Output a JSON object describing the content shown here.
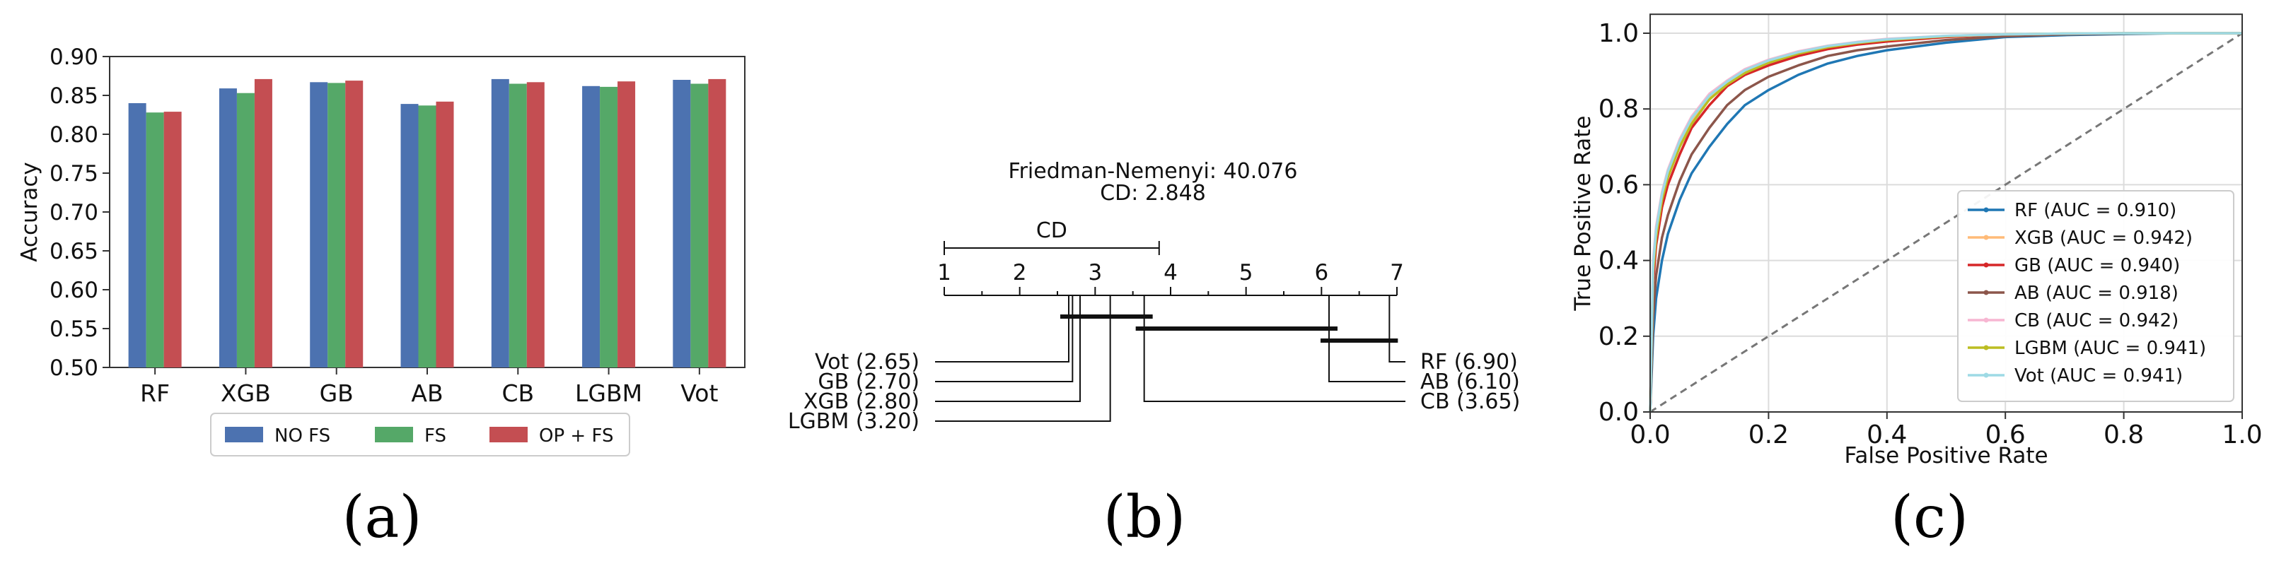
{
  "panel_labels": [
    "(a)",
    "(b)",
    "(c)"
  ],
  "colors": {
    "no_fs": "#4C72B0",
    "fs": "#55A868",
    "op_fs": "#C44E52",
    "rf": "#1f77b4",
    "xgb": "#ffbb78",
    "gb": "#d62728",
    "ab": "#8c564b",
    "cb": "#f7b6d2",
    "lgbm": "#bcbd22",
    "vot": "#9edae5",
    "diagonal": "#777777"
  },
  "chart_data": [
    {
      "type": "bar",
      "title": "",
      "xlabel": "",
      "ylabel": "Accuracy",
      "ylim": [
        0.5,
        0.9
      ],
      "yticks": [
        "0.50",
        "0.55",
        "0.60",
        "0.65",
        "0.70",
        "0.75",
        "0.80",
        "0.85",
        "0.90"
      ],
      "categories": [
        "RF",
        "XGB",
        "GB",
        "AB",
        "CB",
        "LGBM",
        "Vot"
      ],
      "series": [
        {
          "name": "NO FS",
          "values": [
            0.84,
            0.859,
            0.867,
            0.839,
            0.871,
            0.862,
            0.87
          ]
        },
        {
          "name": "FS",
          "values": [
            0.828,
            0.853,
            0.866,
            0.837,
            0.865,
            0.861,
            0.865
          ]
        },
        {
          "name": "OP + FS",
          "values": [
            0.829,
            0.871,
            0.869,
            0.842,
            0.867,
            0.868,
            0.871
          ]
        }
      ],
      "grid": false,
      "legend": "bottom"
    },
    {
      "type": "critical-difference",
      "title_line1": "Friedman-Nemenyi: 40.076",
      "title_line2": "CD: 2.848",
      "cd_label": "CD",
      "cd": 2.848,
      "axis_range": [
        1,
        7
      ],
      "axis_ticks": [
        "1",
        "2",
        "3",
        "4",
        "5",
        "6",
        "7"
      ],
      "left_models": [
        {
          "label": "Vot (2.65)",
          "rank": 2.65
        },
        {
          "label": "GB (2.70)",
          "rank": 2.7
        },
        {
          "label": "XGB (2.80)",
          "rank": 2.8
        },
        {
          "label": "LGBM (3.20)",
          "rank": 3.2
        }
      ],
      "right_models": [
        {
          "label": "RF (6.90)",
          "rank": 6.9
        },
        {
          "label": "AB (6.10)",
          "rank": 6.1
        },
        {
          "label": "CB (3.65)",
          "rank": 3.65
        }
      ],
      "cliques": [
        [
          2.65,
          3.65
        ],
        [
          3.65,
          6.1
        ],
        [
          6.1,
          6.9
        ]
      ]
    },
    {
      "type": "line",
      "title": "",
      "xlabel": "False Positive Rate",
      "ylabel": "True Positive Rate",
      "xlim": [
        0,
        1
      ],
      "ylim": [
        0,
        1.05
      ],
      "xticks": [
        "0.0",
        "0.2",
        "0.4",
        "0.6",
        "0.8",
        "1.0"
      ],
      "yticks": [
        "0.0",
        "0.2",
        "0.4",
        "0.6",
        "0.8",
        "1.0"
      ],
      "grid": true,
      "legend": "lower right",
      "series": [
        {
          "name": "RF (AUC = 0.910)",
          "key": "rf",
          "x": [
            0,
            0.005,
            0.01,
            0.02,
            0.03,
            0.05,
            0.07,
            0.1,
            0.13,
            0.16,
            0.2,
            0.25,
            0.3,
            0.35,
            0.4,
            0.5,
            0.6,
            0.7,
            0.8,
            0.9,
            1.0
          ],
          "y": [
            0,
            0.2,
            0.3,
            0.4,
            0.47,
            0.56,
            0.63,
            0.7,
            0.76,
            0.81,
            0.85,
            0.89,
            0.92,
            0.94,
            0.955,
            0.975,
            0.99,
            0.995,
            0.998,
            1.0,
            1.0
          ]
        },
        {
          "name": "XGB (AUC = 0.942)",
          "key": "xgb",
          "x": [
            0,
            0.005,
            0.01,
            0.02,
            0.03,
            0.05,
            0.07,
            0.1,
            0.13,
            0.16,
            0.2,
            0.25,
            0.3,
            0.35,
            0.4,
            0.5,
            0.6,
            0.7,
            0.8,
            0.9,
            1.0
          ],
          "y": [
            0,
            0.38,
            0.47,
            0.57,
            0.63,
            0.71,
            0.77,
            0.83,
            0.87,
            0.9,
            0.925,
            0.948,
            0.965,
            0.975,
            0.983,
            0.992,
            0.997,
            0.999,
            1.0,
            1.0,
            1.0
          ]
        },
        {
          "name": "GB (AUC = 0.940)",
          "key": "gb",
          "x": [
            0,
            0.005,
            0.01,
            0.02,
            0.03,
            0.05,
            0.07,
            0.1,
            0.13,
            0.16,
            0.2,
            0.25,
            0.3,
            0.35,
            0.4,
            0.5,
            0.6,
            0.7,
            0.8,
            0.9,
            1.0
          ],
          "y": [
            0,
            0.34,
            0.44,
            0.54,
            0.6,
            0.68,
            0.75,
            0.81,
            0.86,
            0.89,
            0.915,
            0.94,
            0.958,
            0.97,
            0.978,
            0.99,
            0.996,
            0.998,
            1.0,
            1.0,
            1.0
          ]
        },
        {
          "name": "AB (AUC = 0.918)",
          "key": "ab",
          "x": [
            0,
            0.005,
            0.01,
            0.02,
            0.03,
            0.05,
            0.07,
            0.1,
            0.13,
            0.16,
            0.2,
            0.25,
            0.3,
            0.35,
            0.4,
            0.5,
            0.6,
            0.7,
            0.8,
            0.9,
            1.0
          ],
          "y": [
            0,
            0.25,
            0.36,
            0.46,
            0.52,
            0.61,
            0.68,
            0.75,
            0.81,
            0.85,
            0.885,
            0.915,
            0.94,
            0.955,
            0.965,
            0.982,
            0.992,
            0.997,
            0.999,
            1.0,
            1.0
          ]
        },
        {
          "name": "CB (AUC = 0.942)",
          "key": "cb",
          "x": [
            0,
            0.005,
            0.01,
            0.02,
            0.03,
            0.05,
            0.07,
            0.1,
            0.13,
            0.16,
            0.2,
            0.25,
            0.3,
            0.35,
            0.4,
            0.5,
            0.6,
            0.7,
            0.8,
            0.9,
            1.0
          ],
          "y": [
            0,
            0.4,
            0.49,
            0.58,
            0.64,
            0.72,
            0.78,
            0.84,
            0.875,
            0.905,
            0.93,
            0.952,
            0.967,
            0.977,
            0.985,
            0.993,
            0.997,
            0.999,
            1.0,
            1.0,
            1.0
          ]
        },
        {
          "name": "LGBM (AUC = 0.941)",
          "key": "lgbm",
          "x": [
            0,
            0.005,
            0.01,
            0.02,
            0.03,
            0.05,
            0.07,
            0.1,
            0.13,
            0.16,
            0.2,
            0.25,
            0.3,
            0.35,
            0.4,
            0.5,
            0.6,
            0.7,
            0.8,
            0.9,
            1.0
          ],
          "y": [
            0,
            0.37,
            0.46,
            0.56,
            0.62,
            0.7,
            0.76,
            0.825,
            0.865,
            0.895,
            0.922,
            0.946,
            0.963,
            0.974,
            0.982,
            0.992,
            0.997,
            0.999,
            1.0,
            1.0,
            1.0
          ]
        },
        {
          "name": "Vot (AUC = 0.941)",
          "key": "vot",
          "x": [
            0,
            0.005,
            0.01,
            0.02,
            0.03,
            0.05,
            0.07,
            0.1,
            0.13,
            0.16,
            0.2,
            0.25,
            0.3,
            0.35,
            0.4,
            0.5,
            0.6,
            0.7,
            0.8,
            0.9,
            1.0
          ],
          "y": [
            0,
            0.39,
            0.48,
            0.575,
            0.635,
            0.715,
            0.775,
            0.835,
            0.872,
            0.902,
            0.928,
            0.95,
            0.966,
            0.976,
            0.984,
            0.993,
            0.997,
            0.999,
            1.0,
            1.0,
            1.0
          ]
        }
      ]
    }
  ]
}
